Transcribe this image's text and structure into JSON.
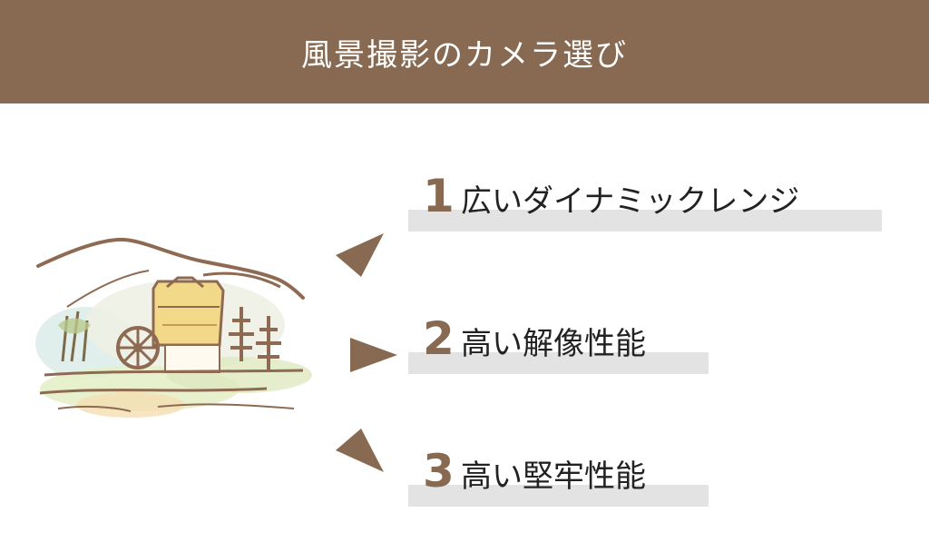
{
  "colors": {
    "header_bg": "#876a51",
    "header_text": "#ffffff",
    "accent": "#876a51",
    "bar": "#e3e3e3",
    "text": "#222222"
  },
  "header": {
    "title": "風景撮影のカメラ選び"
  },
  "illustration": {
    "icon": "watermill-landscape-illustration"
  },
  "items": [
    {
      "number": "1",
      "label": "広いダイナミックレンジ",
      "arrow": "arrow-down-left-icon"
    },
    {
      "number": "2",
      "label": "高い解像性能",
      "arrow": "arrow-right-icon"
    },
    {
      "number": "3",
      "label": "高い堅牢性能",
      "arrow": "arrow-up-left-icon"
    }
  ]
}
